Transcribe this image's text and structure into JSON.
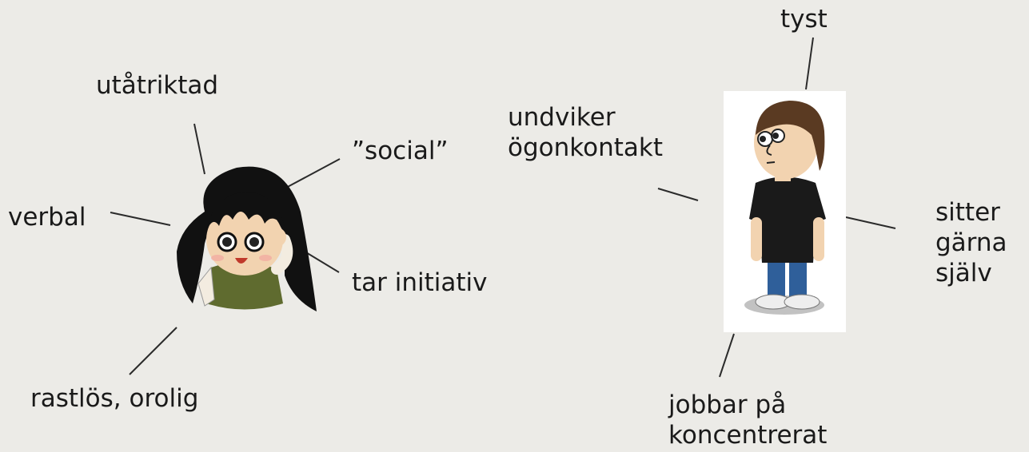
{
  "left_character": {
    "name_icon": "girl-cartoon-icon",
    "traits": {
      "outgoing": "utåtriktad",
      "social": "”social”",
      "verbal": "verbal",
      "initiative": "tar initiativ",
      "restless": "rastlös, orolig"
    }
  },
  "right_character": {
    "name_icon": "boy-cartoon-icon",
    "traits": {
      "quiet": "tyst",
      "avoids_eye_contact_1": "undviker",
      "avoids_eye_contact_2": "ögonkontakt",
      "sits_alone_1": "sitter",
      "sits_alone_2": "gärna",
      "sits_alone_3": "själv",
      "works_1": "jobbar på",
      "works_2": "koncentrerat"
    }
  },
  "colors": {
    "background": "#ecebe7",
    "line": "#2b2b2b",
    "girl_hair": "#111111",
    "girl_shirt": "#5f6b2f",
    "boy_hair": "#5a3a22",
    "boy_shirt": "#1a1a1a",
    "boy_pants": "#2f5f9a",
    "skin": "#f2d3b0"
  }
}
